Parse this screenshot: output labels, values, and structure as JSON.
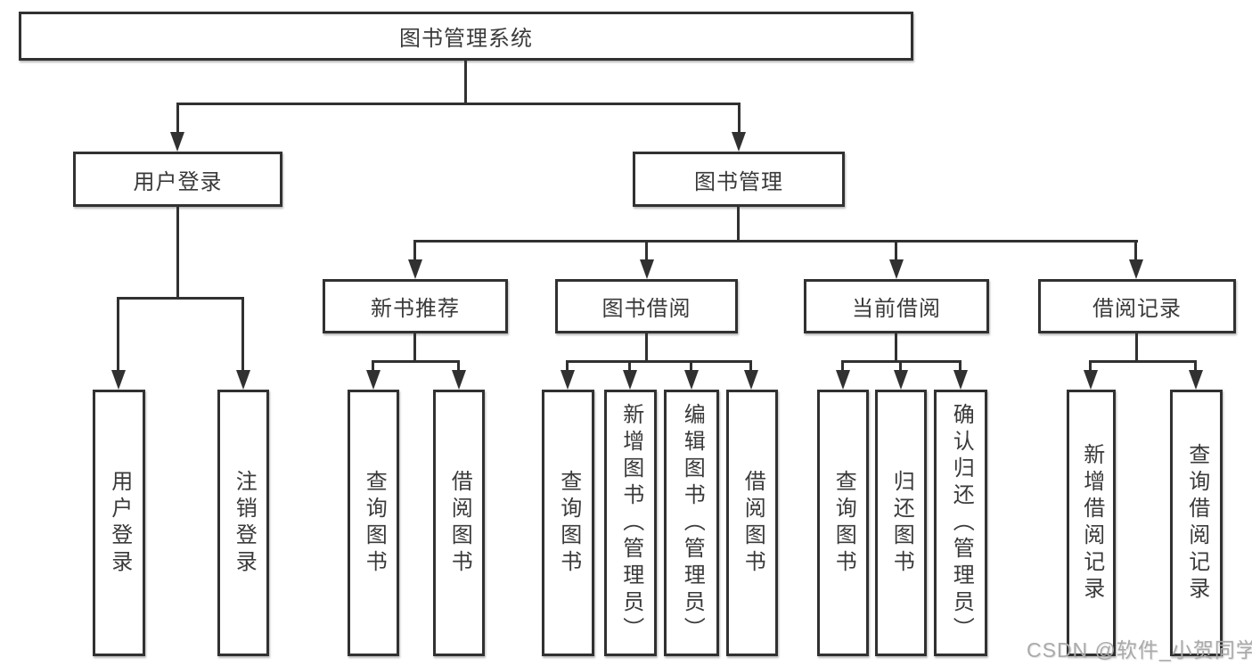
{
  "diagram_type": "hierarchy-tree",
  "colors": {
    "line": "#313131",
    "text": "#3a3a3a",
    "background": "#ffffff",
    "watermark": "#aaaaaa"
  },
  "tree": {
    "label": "图书管理系统",
    "children": [
      {
        "label": "用户登录",
        "children": [
          {
            "label": "用户登录"
          },
          {
            "label": "注销登录"
          }
        ]
      },
      {
        "label": "图书管理",
        "children": [
          {
            "label": "新书推荐",
            "children": [
              {
                "label": "查询图书"
              },
              {
                "label": "借阅图书"
              }
            ]
          },
          {
            "label": "图书借阅",
            "children": [
              {
                "label": "查询图书"
              },
              {
                "label": "新增图书（管理员）"
              },
              {
                "label": "编辑图书（管理员）"
              },
              {
                "label": "借阅图书"
              }
            ]
          },
          {
            "label": "当前借阅",
            "children": [
              {
                "label": "查询图书"
              },
              {
                "label": "归还图书"
              },
              {
                "label": "确认归还（管理员）"
              }
            ]
          },
          {
            "label": "借阅记录",
            "children": [
              {
                "label": "新增借阅记录"
              },
              {
                "label": "查询借阅记录"
              }
            ]
          }
        ]
      }
    ]
  },
  "watermark": {
    "text": "CSDN @软件_小贺同学"
  }
}
